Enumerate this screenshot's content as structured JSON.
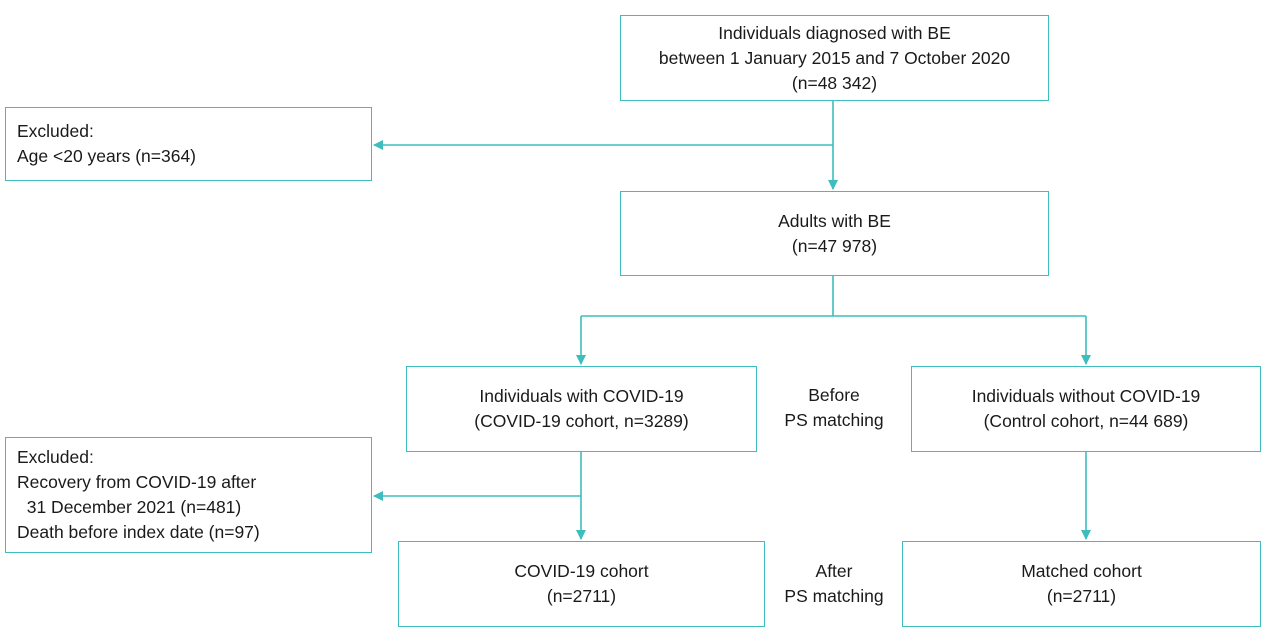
{
  "colors": {
    "accent": "#3dbdbd",
    "text": "#1a1a1a"
  },
  "nodes": {
    "initial": {
      "lines": [
        "Individuals diagnosed with BE",
        "between 1 January 2015 and 7 October 2020",
        "(n=48 342)"
      ]
    },
    "excluded_age": {
      "lines": [
        "Excluded:",
        "Age <20 years (n=364)"
      ]
    },
    "adults": {
      "lines": [
        "Adults with BE",
        "(n=47 978)"
      ]
    },
    "covid_before": {
      "lines": [
        "Individuals with COVID-19",
        "(COVID-19 cohort, n=3289)"
      ]
    },
    "control_before": {
      "lines": [
        "Individuals without COVID-19",
        "(Control cohort, n=44 689)"
      ]
    },
    "excluded_covid": {
      "lines": [
        "Excluded:",
        "Recovery from COVID-19 after",
        "  31 December 2021 (n=481)",
        "Death before index date (n=97)"
      ]
    },
    "covid_after": {
      "lines": [
        "COVID-19 cohort",
        "(n=2711)"
      ]
    },
    "matched_after": {
      "lines": [
        "Matched cohort",
        "(n=2711)"
      ]
    }
  },
  "stage_labels": {
    "before": {
      "lines": [
        "Before",
        "PS matching"
      ]
    },
    "after": {
      "lines": [
        "After",
        "PS matching"
      ]
    }
  }
}
